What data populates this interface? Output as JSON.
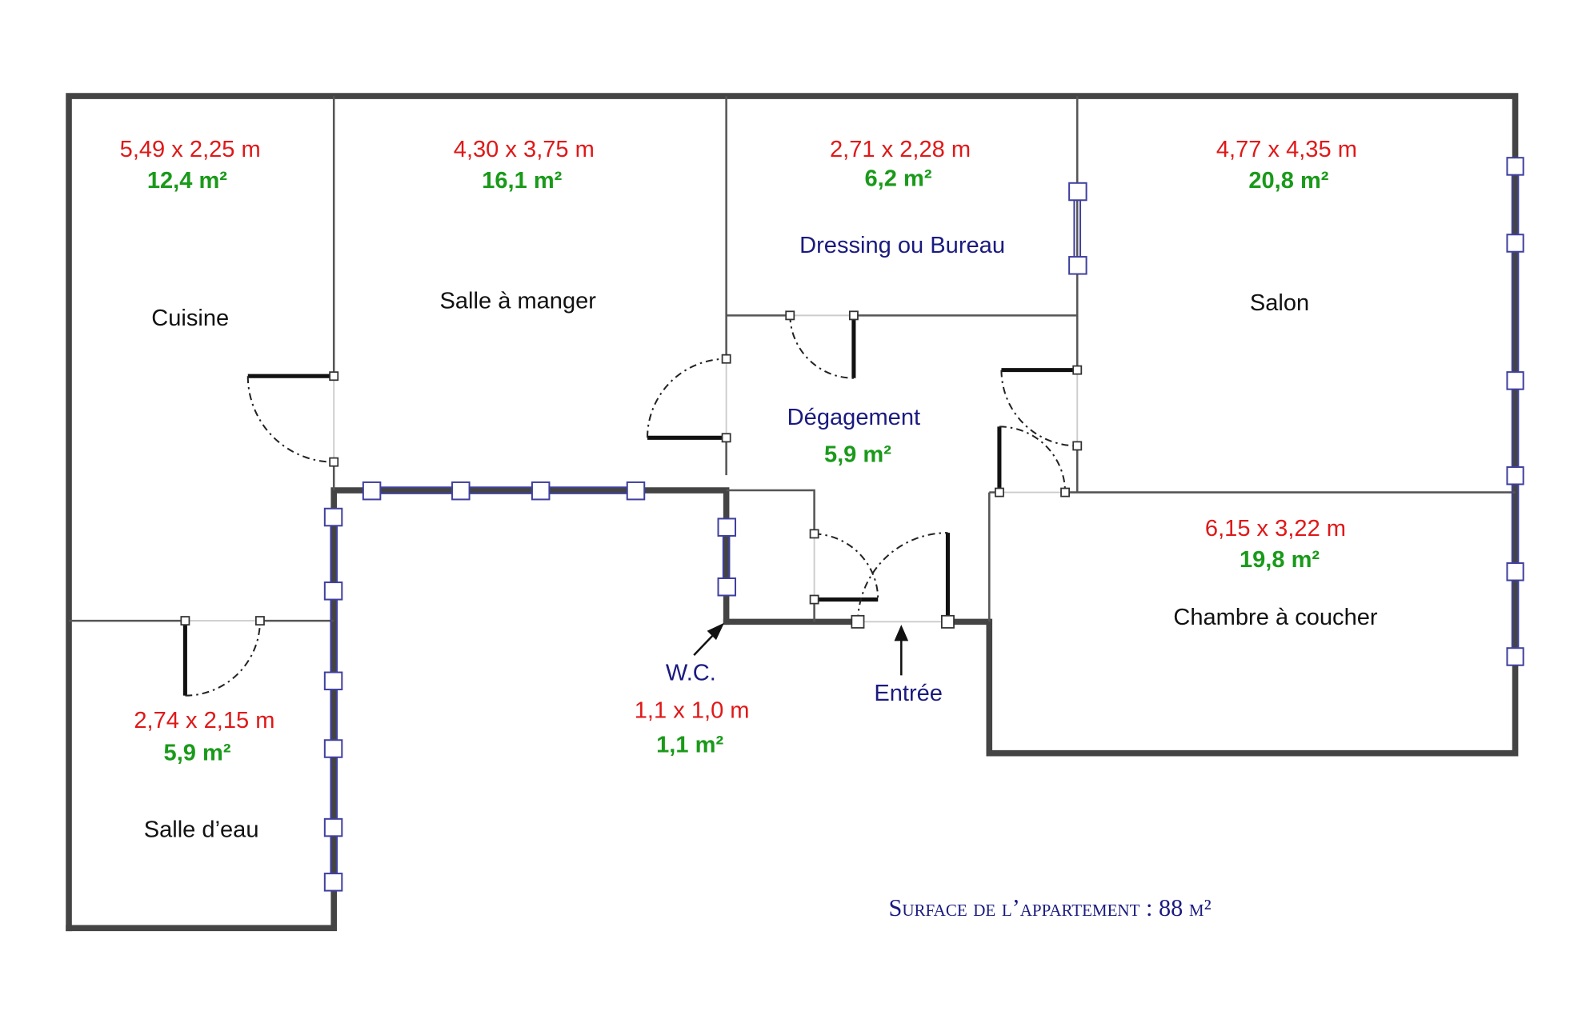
{
  "rooms": {
    "cuisine": {
      "name": "Cuisine",
      "dimensions": "5,49 x 2,25 m",
      "area": "12,4 m²"
    },
    "salle_a_manger": {
      "name": "Salle à manger",
      "dimensions": "4,30 x 3,75 m",
      "area": "16,1 m²"
    },
    "dressing": {
      "name": "Dressing ou Bureau",
      "dimensions": "2,71 x 2,28 m",
      "area": "6,2 m²"
    },
    "salon": {
      "name": "Salon",
      "dimensions": "4,77 x 4,35 m",
      "area": "20,8 m²"
    },
    "degagement": {
      "name": "Dégagement",
      "area": "5,9 m²"
    },
    "chambre": {
      "name": "Chambre à coucher",
      "dimensions": "6,15 x 3,22 m",
      "area": "19,8 m²"
    },
    "salle_d_eau": {
      "name": "Salle d’eau",
      "dimensions": "2,74 x 2,15 m",
      "area": "5,9 m²"
    },
    "wc": {
      "name": "W.C.",
      "dimensions": "1,1 x 1,0 m",
      "area": "1,1 m²"
    }
  },
  "entree_label": "Entrée",
  "total_surface": "Surface de l’appartement : 88 m²",
  "colors": {
    "dimensions": "#e01818",
    "area": "#1a9a1a",
    "labels_blue": "#1a1a80",
    "walls": "#444444",
    "windows": "#4040a0"
  }
}
